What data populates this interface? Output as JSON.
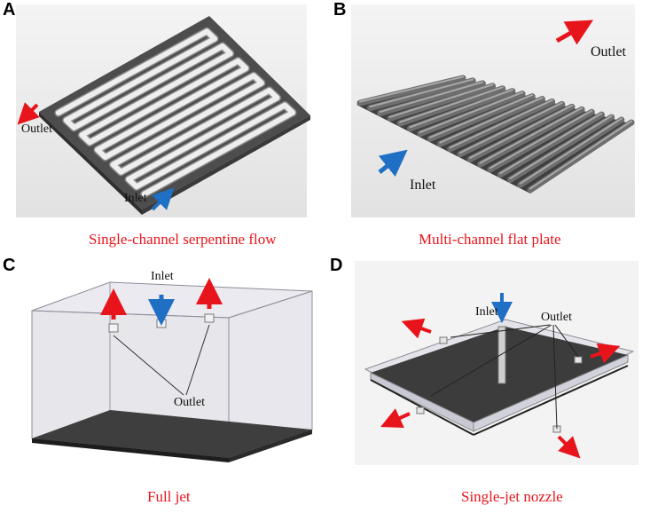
{
  "panels": {
    "a": {
      "letter": "A",
      "caption": "Single-channel serpentine flow",
      "outlet": "Outlet",
      "inlet": "Inlet"
    },
    "b": {
      "letter": "B",
      "caption": "Multi-channel flat plate",
      "outlet": "Outlet",
      "inlet": "Inlet"
    },
    "c": {
      "letter": "C",
      "caption": "Full jet",
      "outlet": "Outlet",
      "inlet": "Inlet"
    },
    "d": {
      "letter": "D",
      "caption": "Single-jet nozzle",
      "outlet": "Outlet",
      "inlet": "Inlet"
    }
  },
  "colors": {
    "caption": "#e8141b",
    "red_arrow": "#e8141b",
    "blue_arrow": "#1f6fc4",
    "plate": "#4a4a4a",
    "box": "#c9c9d6"
  }
}
